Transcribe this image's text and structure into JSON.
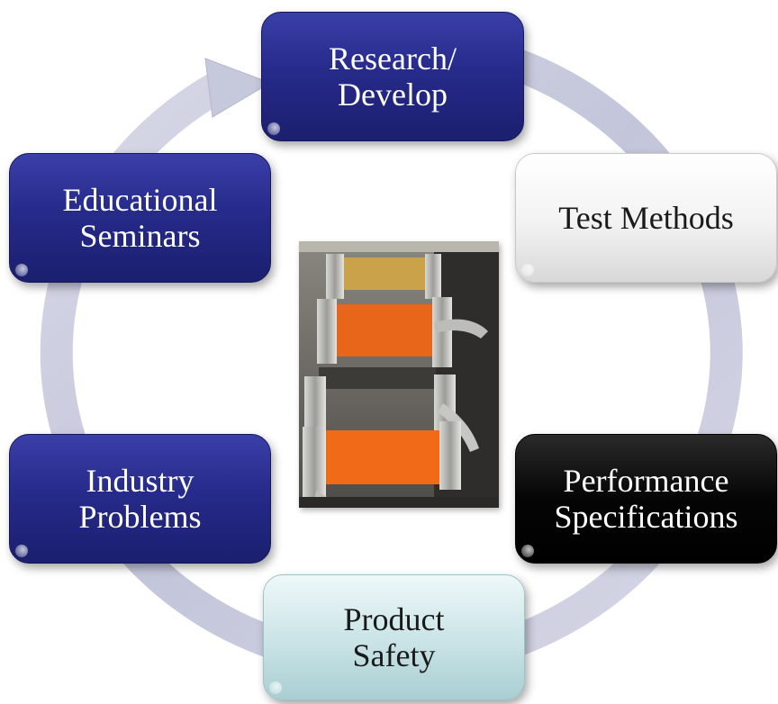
{
  "diagram": {
    "nodes": [
      {
        "id": "research",
        "lines": [
          "Research/",
          "Develop"
        ],
        "fill": "#262a8a",
        "text_color": "#ffffff"
      },
      {
        "id": "test",
        "lines": [
          "Test Methods"
        ],
        "fill": "#f2f2f2",
        "text_color": "#1a1a1a"
      },
      {
        "id": "performance",
        "lines": [
          "Performance",
          "Specifications"
        ],
        "fill": "#000000",
        "text_color": "#ffffff"
      },
      {
        "id": "safety",
        "lines": [
          "Product",
          "Safety"
        ],
        "fill": "#c9e3e6",
        "text_color": "#1a1a1a"
      },
      {
        "id": "industry",
        "lines": [
          "Industry",
          "Problems"
        ],
        "fill": "#262a8a",
        "text_color": "#ffffff"
      },
      {
        "id": "educational",
        "lines": [
          "Educational",
          "Seminars"
        ],
        "fill": "#262a8a",
        "text_color": "#ffffff"
      }
    ],
    "cycle_direction": "clockwise",
    "ring_color": "#c8c9de",
    "center_image": "photo of textile testing machine clamps holding orange fabric samples"
  }
}
